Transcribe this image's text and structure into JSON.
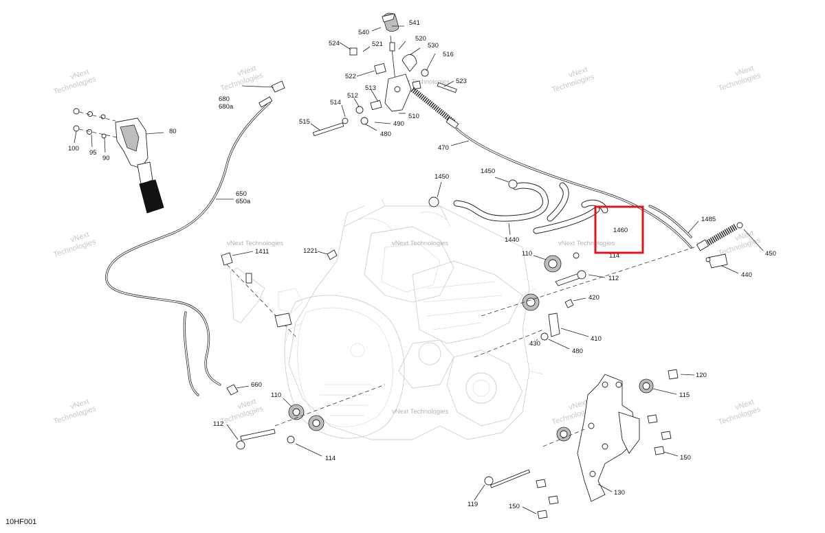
{
  "figure_id": "10HF001",
  "watermark": {
    "line1": "vNext",
    "line2": "Technologies",
    "inline": "vNext Technologies"
  },
  "highlight": {
    "part": "1460",
    "color": "#e0141e"
  },
  "callouts": [
    "540",
    "541",
    "524",
    "521",
    "520",
    "530",
    "516",
    "522",
    "523",
    "513",
    "512",
    "514",
    "515",
    "510",
    "490",
    "480",
    "470",
    "680",
    "680a",
    "80",
    "100",
    "95",
    "90",
    "650",
    "650a",
    "1450",
    "1450",
    "1440",
    "1460",
    "1485",
    "114",
    "450",
    "440",
    "1221",
    "1411",
    "110",
    "112",
    "420",
    "410",
    "430",
    "480",
    "120",
    "115",
    "110",
    "112",
    "114",
    "660",
    "150",
    "130",
    "119",
    "150"
  ]
}
